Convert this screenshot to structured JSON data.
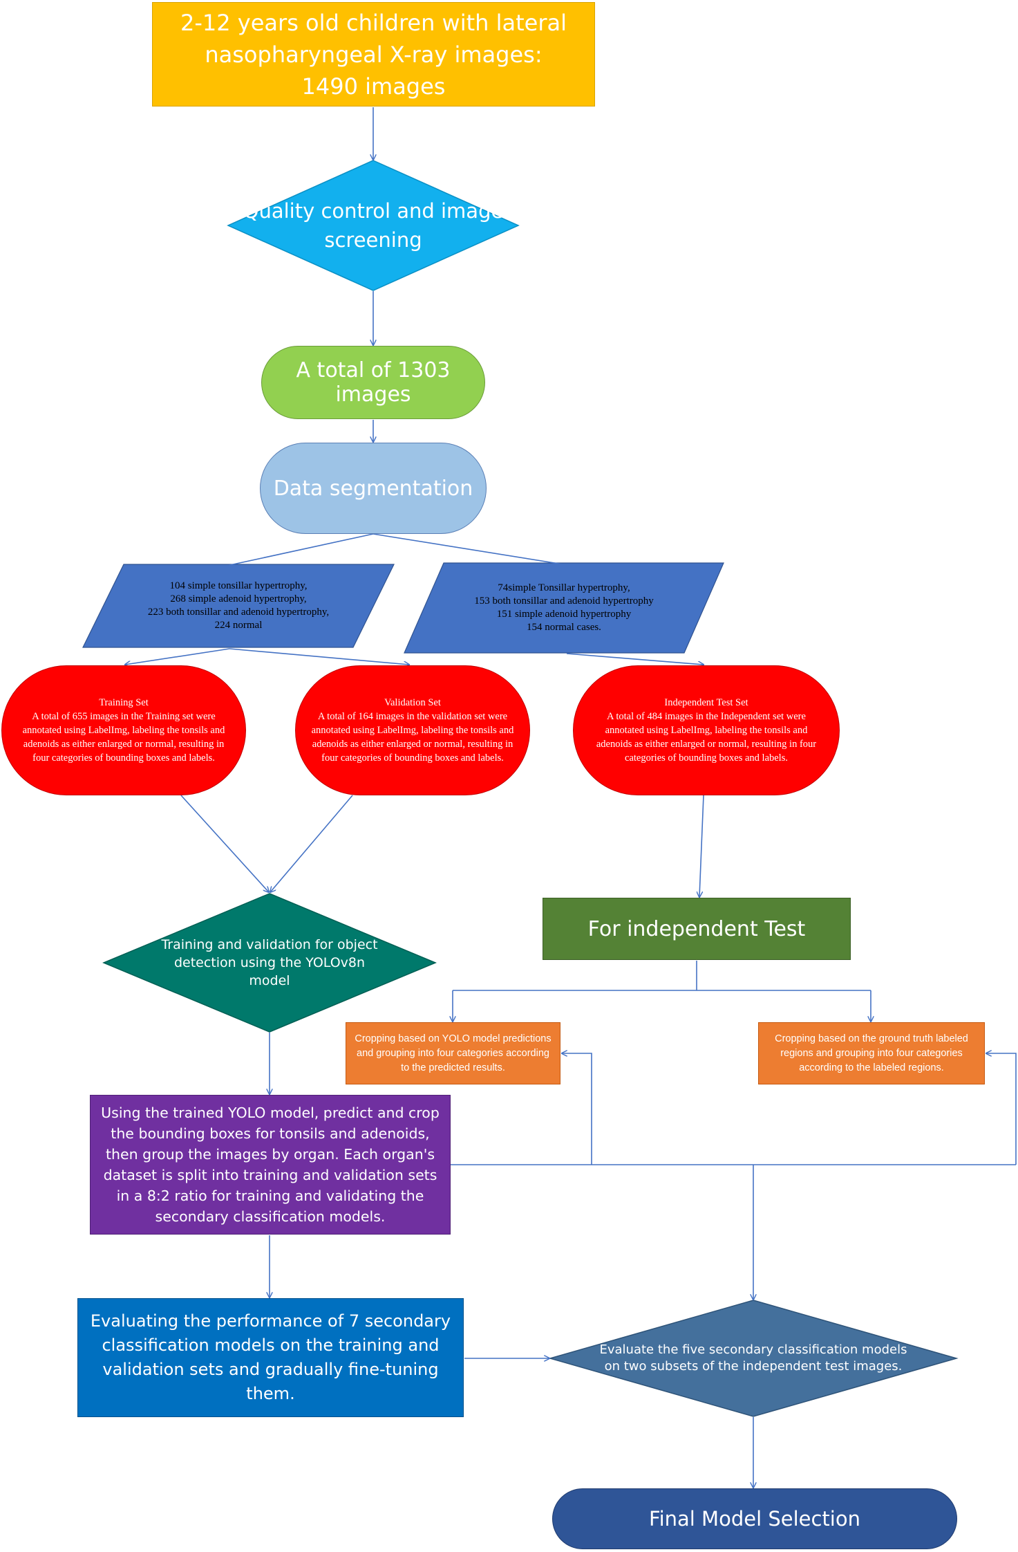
{
  "colors": {
    "arrow": "#4472c4",
    "orange_box": "#ed7d31",
    "red_pill": "#ff0000",
    "teal_diamond": "#00796b",
    "steel_diamond": "#44709c",
    "cyan_diamond": "#12b0ee",
    "blue_parallelogram": "#4472c4"
  },
  "nodes": {
    "source_images": "2-12 years old children with lateral nasopharyngeal X-ray images: 1490 images",
    "quality_control": "Quality control and image screening",
    "total_images": "A total of 1303 images",
    "data_segmentation": "Data segmentation",
    "train_val_split": "104 simple tonsillar hypertrophy,\n268 simple adenoid hypertrophy,\n223 both tonsillar and adenoid hypertrophy,\n224 normal",
    "independent_split": "74simple Tonsillar hypertrophy,\n153 both tonsillar and adenoid hypertrophy\n151 simple adenoid hypertrophy\n154 normal cases.",
    "training_set": "Training Set\nA total of 655 images in the Training set were annotated using LabelImg, labeling the tonsils and adenoids as either enlarged or normal, resulting in four categories of bounding boxes and labels.",
    "validation_set": "Validation Set\nA total of 164 images in the validation set were annotated using LabelImg, labeling the tonsils and adenoids as either enlarged or normal, resulting in four categories of bounding boxes and labels.",
    "independent_test_set": "Independent Test Set\nA total of 484 images in the Independent set were annotated using LabelImg, labeling the tonsils and adenoids as either enlarged or normal, resulting in four categories of bounding boxes and labels.",
    "yolo_training": "Training and validation for object detection using the YOLOv8n model",
    "for_independent_test": "For independent Test",
    "crop_yolo": "Cropping based on YOLO model predictions and grouping into four categories according to the predicted results.",
    "crop_ground_truth": "Cropping based on the ground truth labeled regions and grouping into four categories according to the labeled regions.",
    "predict_crop": "Using the trained YOLO model, predict and crop the bounding boxes for tonsils and adenoids, then group the images by organ. Each organ's dataset is split into training and validation sets in a 8:2 ratio for training and validating the secondary classification models.",
    "evaluate_seven": "Evaluating the performance of 7 secondary classification models on the training and validation sets and gradually fine-tuning them.",
    "evaluate_five": "Evaluate the five secondary classification models on two subsets of the independent test images.",
    "final_selection": "Final Model Selection"
  }
}
